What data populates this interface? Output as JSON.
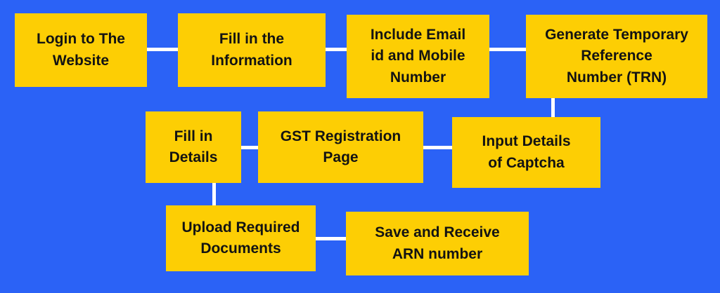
{
  "canvas": {
    "background_color": "#2B62F6",
    "node_fill_color": "#FDCE04",
    "node_text_color": "#131313",
    "connector_color": "#FFFFFF"
  },
  "nodes": [
    {
      "id": "login-website",
      "label": "Login to The\nWebsite"
    },
    {
      "id": "fill-information",
      "label": "Fill in the\nInformation"
    },
    {
      "id": "include-email-mobile",
      "label": "Include Email\nid and Mobile\nNumber"
    },
    {
      "id": "generate-trn",
      "label": "Generate Temporary\nReference\nNumber (TRN)"
    },
    {
      "id": "fill-details",
      "label": "Fill in\nDetails"
    },
    {
      "id": "gst-registration-page",
      "label": "GST Registration\nPage"
    },
    {
      "id": "input-captcha",
      "label": "Input Details\nof Captcha"
    },
    {
      "id": "upload-documents",
      "label": "Upload Required\nDocuments"
    },
    {
      "id": "save-arn",
      "label": "Save and Receive\nARN number"
    }
  ],
  "edges": [
    {
      "from": "login-website",
      "to": "fill-information"
    },
    {
      "from": "fill-information",
      "to": "include-email-mobile"
    },
    {
      "from": "include-email-mobile",
      "to": "generate-trn"
    },
    {
      "from": "generate-trn",
      "to": "input-captcha"
    },
    {
      "from": "input-captcha",
      "to": "gst-registration-page"
    },
    {
      "from": "gst-registration-page",
      "to": "fill-details"
    },
    {
      "from": "fill-details",
      "to": "upload-documents"
    },
    {
      "from": "upload-documents",
      "to": "save-arn"
    }
  ]
}
